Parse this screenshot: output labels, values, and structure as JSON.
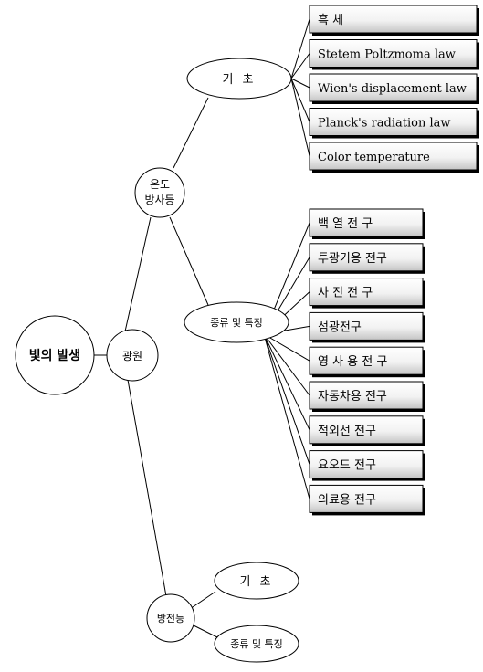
{
  "nodes": {
    "root": "빛의 발생",
    "light_source": "광원",
    "thermal": "온도\n방사등",
    "thermal_basics": "기 초",
    "thermal_types": "종류 및 특징",
    "discharge": "방전등",
    "discharge_basics": "기 초",
    "discharge_types": "종류 및 특징"
  },
  "basics_boxes": [
    "흑 체",
    "Stetem Poltzmoma law",
    "Wien's displacement law",
    "Planck's radiation law",
    "Color temperature"
  ],
  "types_boxes": [
    "백 열 전 구",
    "투광기용 전구",
    "사 진 전 구",
    "섬광전구",
    "영 사 용 전 구",
    "자동차용 전구",
    "적외선 전구",
    "요오드 전구",
    "의료용 전구"
  ],
  "colors": {
    "line": "#000000",
    "box_fill_light": "#ffffff",
    "box_fill_dark": "#c8c8c8"
  }
}
